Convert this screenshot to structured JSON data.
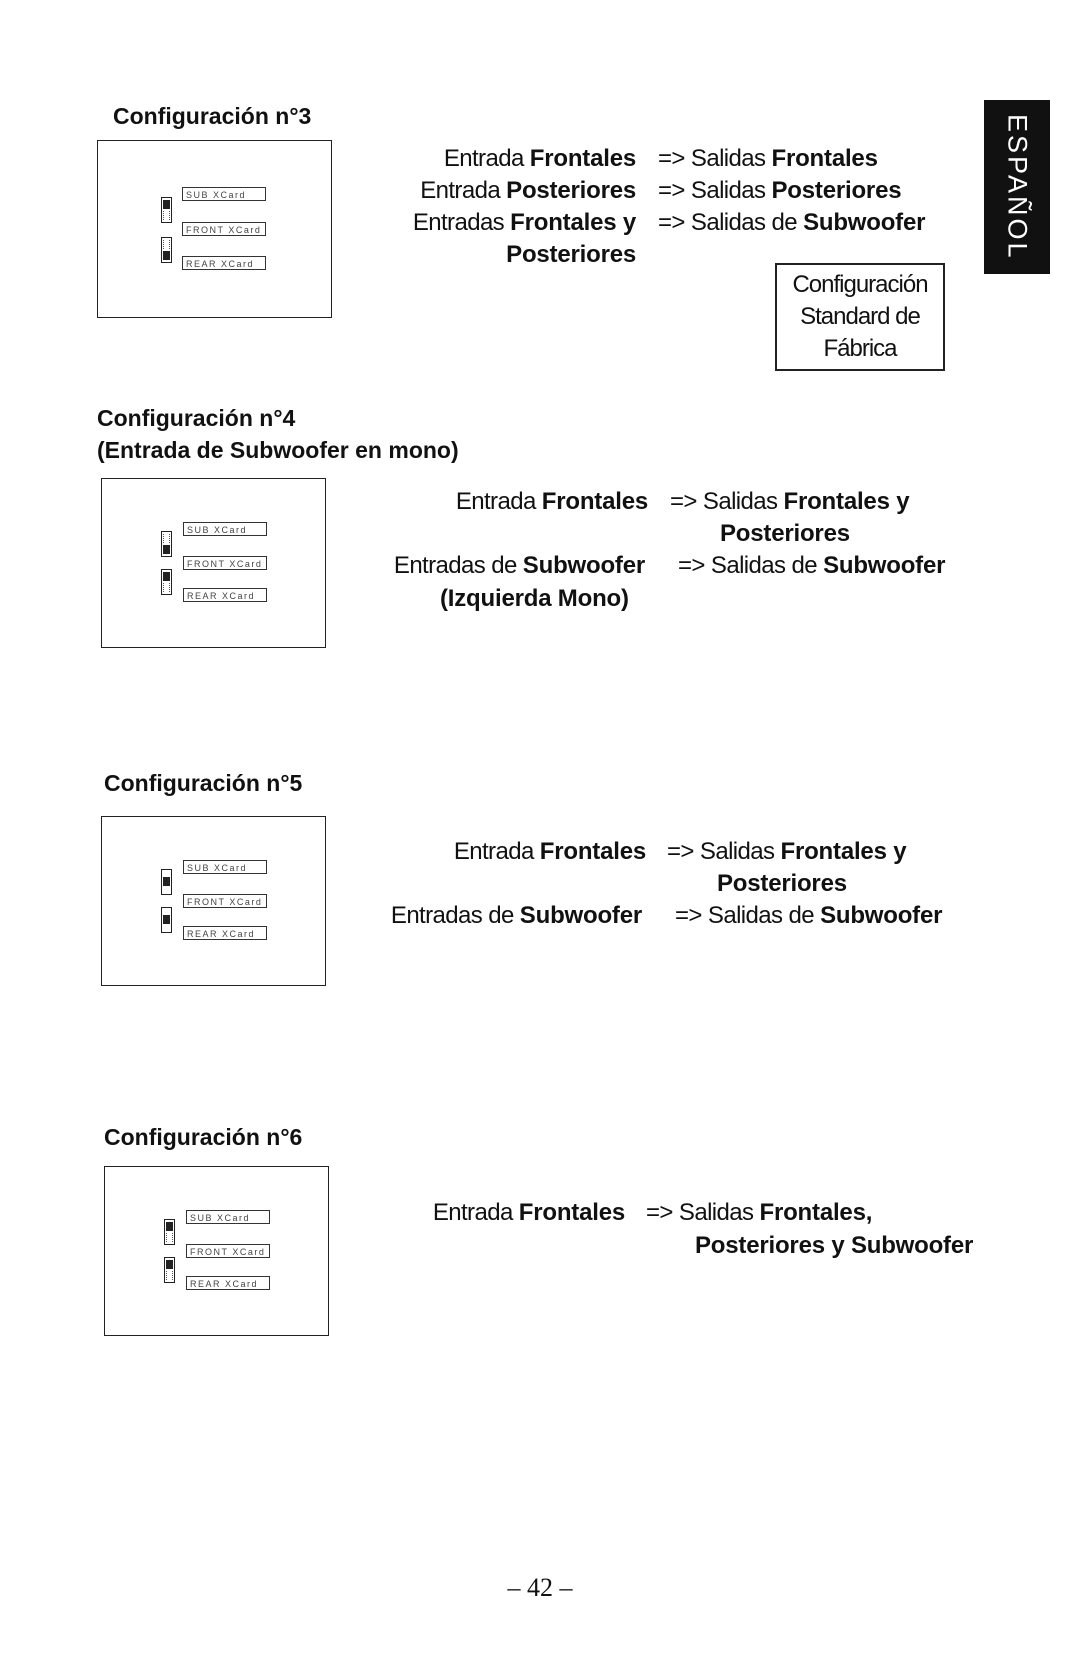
{
  "side_tab": "ESPAÑOL",
  "sections": [
    {
      "heading": "Configuración n°3",
      "subheading": "",
      "cards": [
        "SUB  XCard",
        "FRONT  XCard",
        "REAR  XCard"
      ],
      "rows": [
        {
          "left_plain": "Entrada ",
          "left_bold": "Frontales",
          "arrow": "=>",
          "right_plain": " Salidas ",
          "right_bold": "Frontales"
        },
        {
          "left_plain": "Entrada ",
          "left_bold": "Posteriores",
          "arrow": "=>",
          "right_plain": " Salidas ",
          "right_bold": "Posteriores"
        },
        {
          "left_plain": "Entradas ",
          "left_bold": "Frontales y",
          "arrow": "=>",
          "right_plain": " Salidas de ",
          "right_bold": "Subwoofer"
        },
        {
          "left_bold": "Posteriores"
        }
      ],
      "note": [
        "Configuración",
        "Standard de",
        "Fábrica"
      ]
    },
    {
      "heading": "Configuración n°4",
      "subheading": "(Entrada de Subwoofer en mono)",
      "cards": [
        "SUB  XCard",
        "FRONT  XCard",
        "REAR  XCard"
      ],
      "rows": [
        {
          "left_plain": "Entrada ",
          "left_bold": "Frontales",
          "arrow": "=>",
          "right_plain": " Salidas ",
          "right_bold": "Frontales y"
        },
        {
          "right_bold": "Posteriores"
        },
        {
          "left_plain": "Entradas de ",
          "left_bold": "Subwoofer",
          "arrow": "=>",
          "right_plain": " Salidas de ",
          "right_bold": "Subwoofer"
        },
        {
          "left_bold": "(Izquierda Mono)"
        }
      ]
    },
    {
      "heading": "Configuración n°5",
      "subheading": "",
      "cards": [
        "SUB  XCard",
        "FRONT  XCard",
        "REAR  XCard"
      ],
      "rows": [
        {
          "left_plain": "Entrada ",
          "left_bold": "Frontales",
          "arrow": "=>",
          "right_plain": " Salidas ",
          "right_bold": "Frontales y"
        },
        {
          "right_bold": "Posteriores"
        },
        {
          "left_plain": "Entradas de ",
          "left_bold": "Subwoofer",
          "arrow": "=>",
          "right_plain": " Salidas de ",
          "right_bold": "Subwoofer"
        }
      ]
    },
    {
      "heading": "Configuración n°6",
      "subheading": "",
      "cards": [
        "SUB  XCard",
        "FRONT  XCard",
        "REAR  XCard"
      ],
      "rows": [
        {
          "left_plain": "Entrada ",
          "left_bold": "Frontales",
          "arrow": "=>",
          "right_plain": " Salidas ",
          "right_bold": "Frontales,"
        },
        {
          "right_bold": "Posteriores y Subwoofer"
        }
      ]
    }
  ],
  "page_number": "– 42 –"
}
